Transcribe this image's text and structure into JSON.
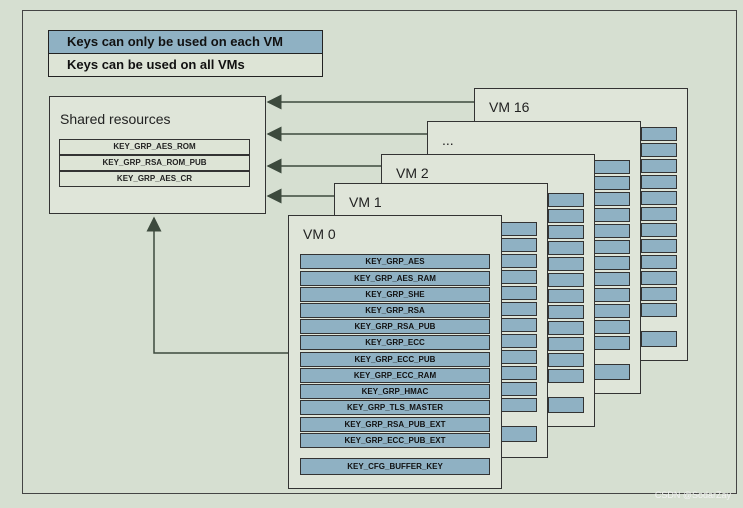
{
  "legend": {
    "vm_only": "Keys can only be used on each VM",
    "all_vms": "Keys can be used on all VMs"
  },
  "shared": {
    "title": "Shared resources",
    "keys": [
      "KEY_GRP_AES_ROM",
      "KEY_GRP_RSA_ROM_PUB",
      "KEY_GRP_AES_CR"
    ]
  },
  "vms": {
    "vm16": "VM 16",
    "ellipsis": "...",
    "vm2": "VM 2",
    "vm1": "VM 1",
    "vm0": "VM 0"
  },
  "vm0_keys": [
    "KEY_GRP_AES",
    "KEY_GRP_AES_RAM",
    "KEY_GRP_SHE",
    "KEY_GRP_RSA",
    "KEY_GRP_RSA_PUB",
    "KEY_GRP_ECC",
    "KEY_GRP_ECC_PUB",
    "KEY_GRP_ECC_RAM",
    "KEY_GRP_HMAC",
    "KEY_GRP_TLS_MASTER",
    "KEY_GRP_RSA_PUB_EXT",
    "KEY_GRP_ECC_PUB_EXT"
  ],
  "vm0_ext_key": "KEY_CFG_BUFFER_KEY",
  "watermark": "CSDN @SodarZay",
  "colors": {
    "background": "#d6dfd1",
    "vm_key": "#8fb1c3",
    "border": "#333333"
  }
}
